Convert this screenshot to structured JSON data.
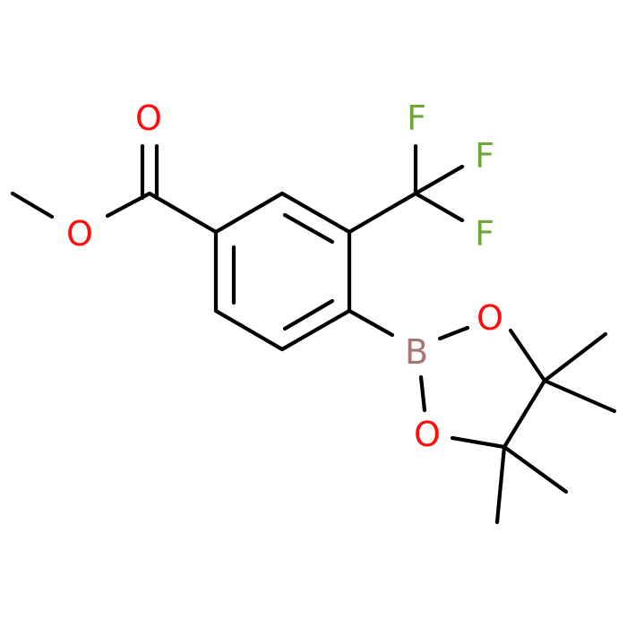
{
  "atoms": {
    "carbonyl_o": "O",
    "ester_o": "O",
    "f_top": "F",
    "f_mid": "F",
    "f_bottom": "F",
    "boron": "B",
    "ring_o_top": "O",
    "ring_o_bottom": "O"
  },
  "colors": {
    "bond": "#000000",
    "oxygen": "#ff0d0d",
    "fluorine": "#6fa63a",
    "boron": "#a87573"
  }
}
